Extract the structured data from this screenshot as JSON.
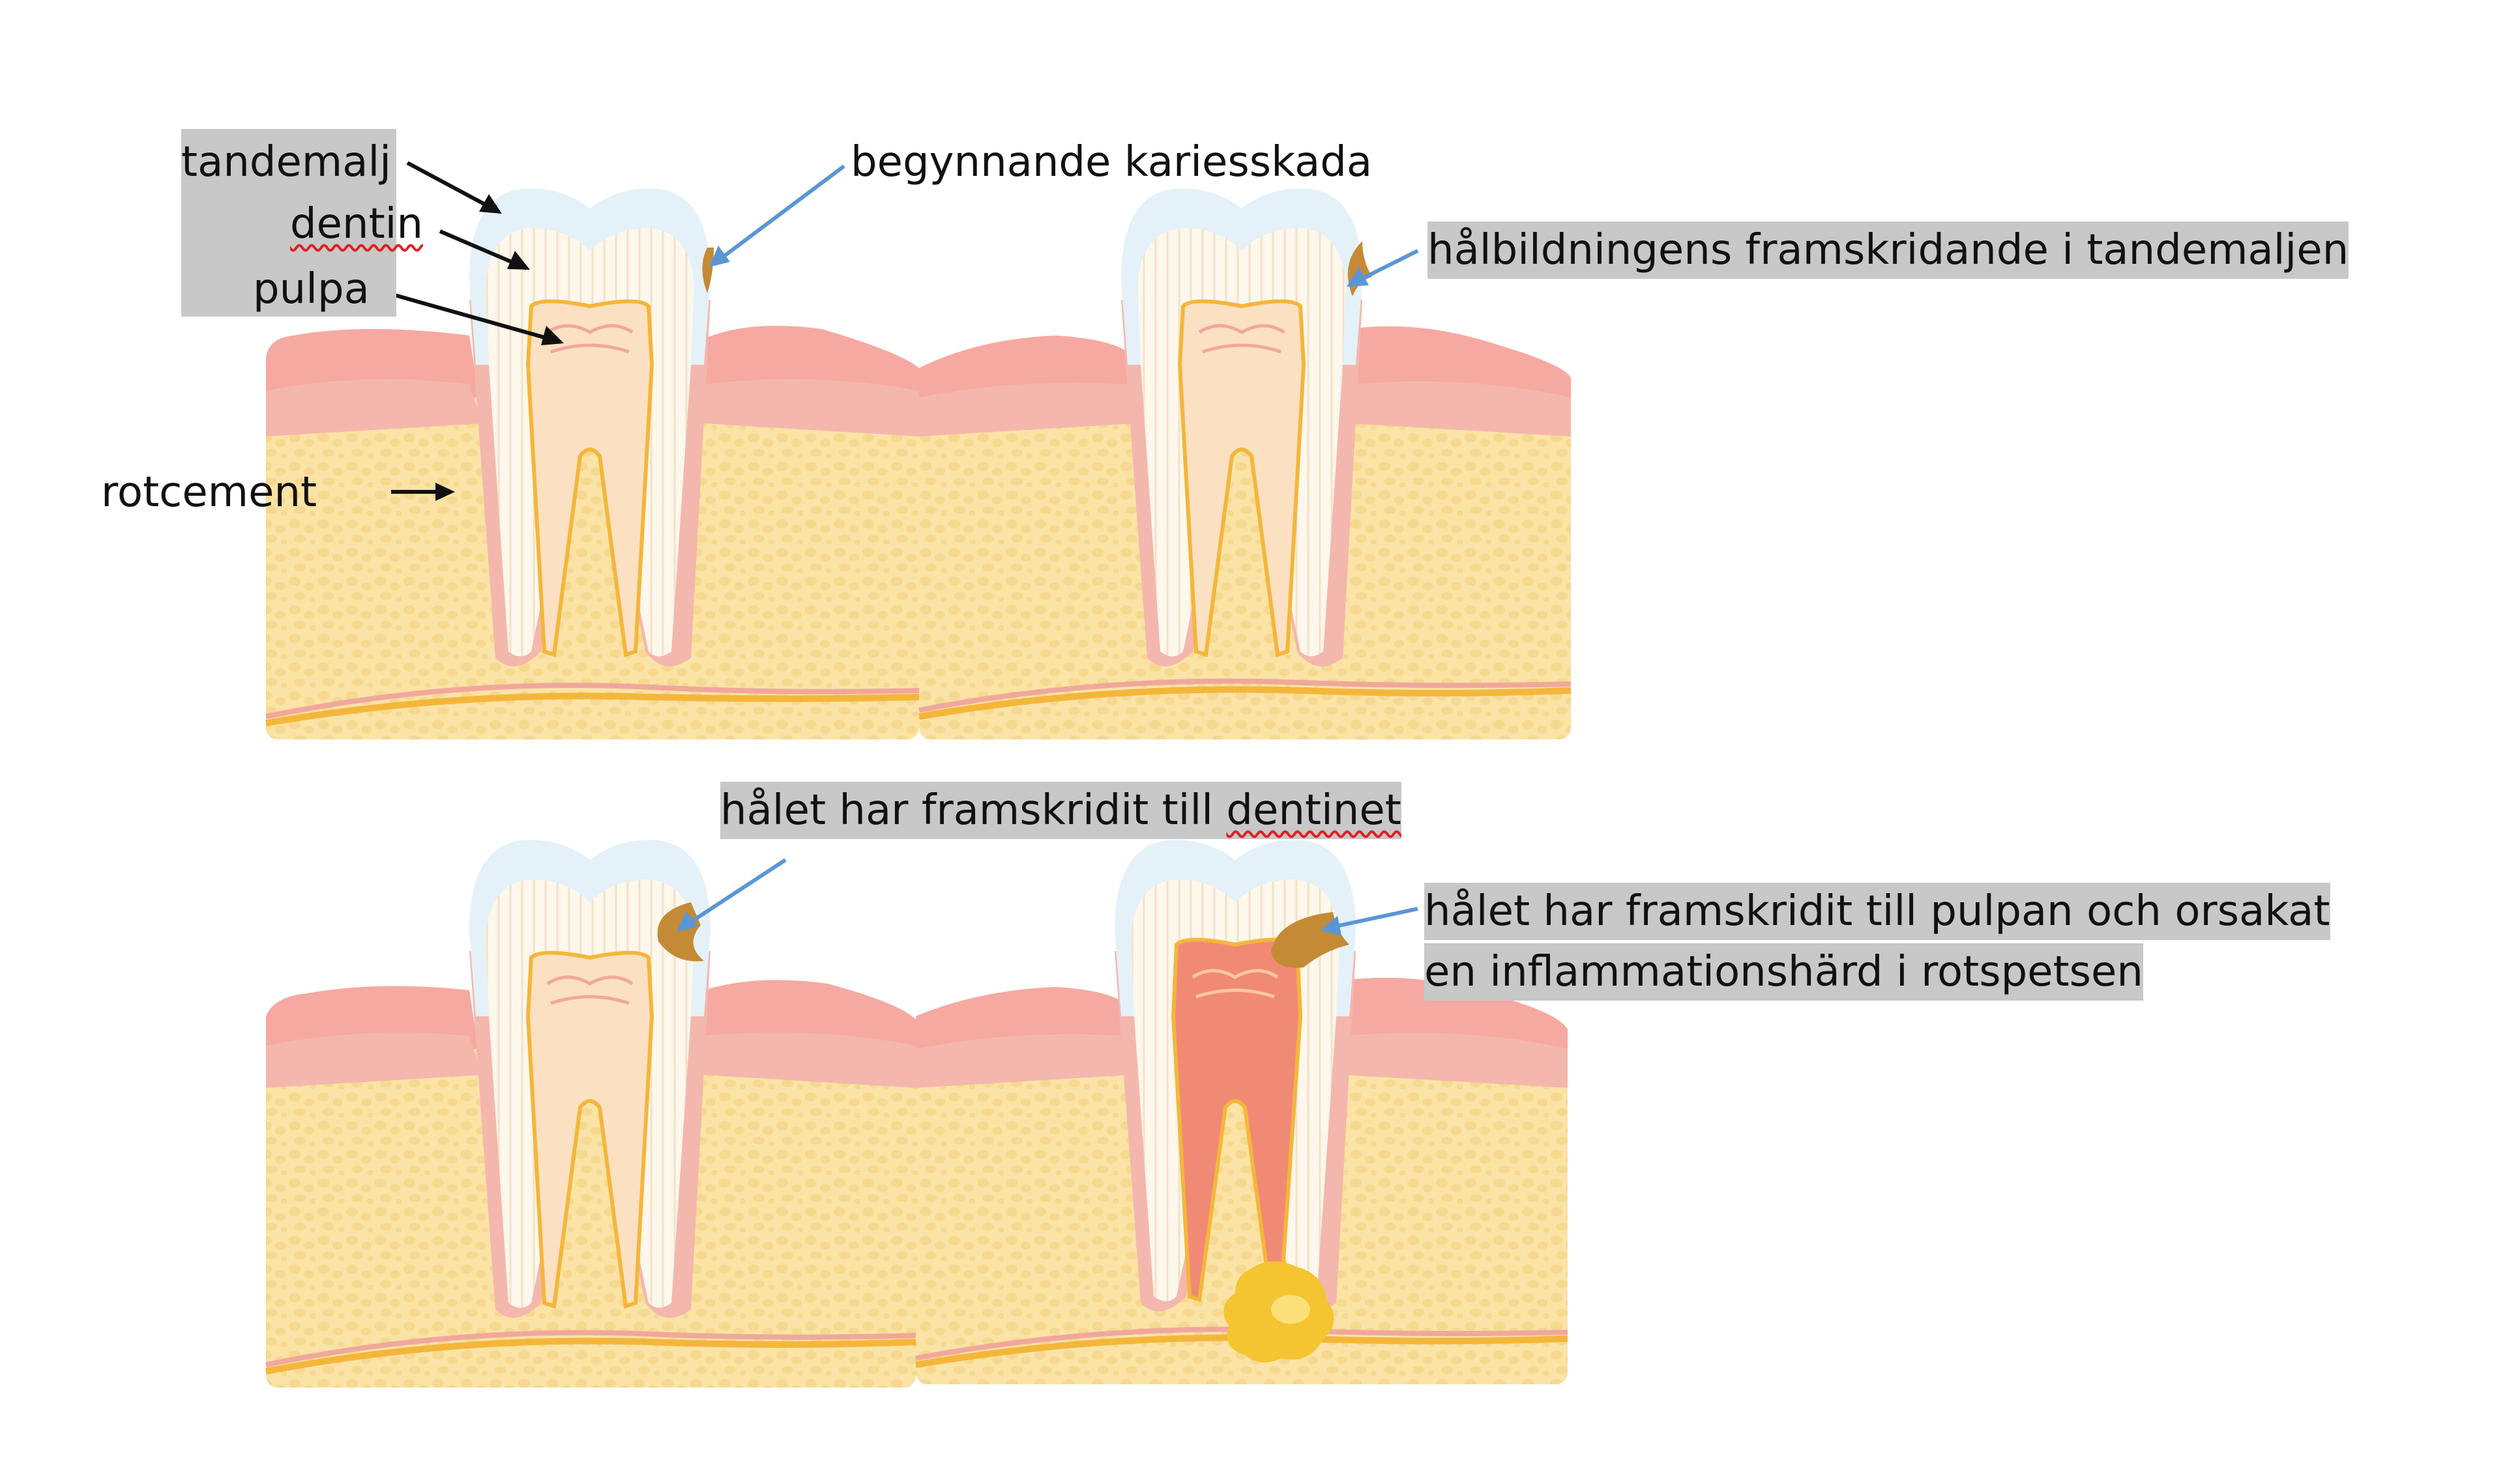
{
  "labels": {
    "tandemalj": "tandemalj",
    "dentin": "dentin",
    "pulpa": "pulpa",
    "rotcement": "rotcement",
    "begynnande": "begynnande kariesskada",
    "halbildning": "hålbildningens framskridande i tandemaljen",
    "dentinet_prefix": "hålet har framskridit till ",
    "dentinet_word": "dentinet",
    "pulpan_line1": "hålet har framskridit till pulpan och orsakat",
    "pulpan_line2": "en inflammationshärd i rotspetsen"
  },
  "colors": {
    "gum": "#f6a9a0",
    "gum_dark": "#ee8a80",
    "bone": "#fbe3a6",
    "bone_cell": "#f5d58a",
    "enamel": "#e4f1f8",
    "dentin": "#fdf7ec",
    "pulp": "#fbe0c2",
    "pulp_inflamed": "#f18a75",
    "nerve": "#f4b63a",
    "cementum": "#f1a79c",
    "caries": "#c58a35",
    "abscess": "#f5c431",
    "pointer_black": "#111111",
    "pointer_blue": "#5a96d6",
    "highlight": "#c8c8c8"
  }
}
